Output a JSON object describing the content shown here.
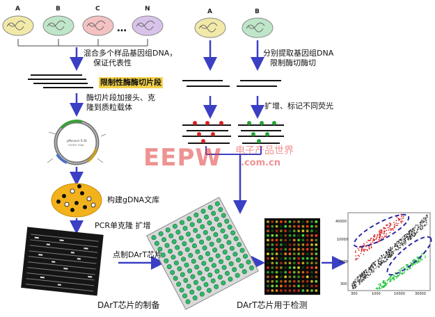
{
  "samples": {
    "left": [
      "A",
      "B",
      "C",
      "N"
    ],
    "ellipsis": "…",
    "right": [
      "A",
      "B"
    ]
  },
  "steps": {
    "mix_dna": "混合多个样品基因组DNA，",
    "mix_dna_2": "保证代表性",
    "extract_dna": "分别提取基因组DNA",
    "restriction_digest": "限制酶切酶切",
    "restriction_fragment": "限制性酶酶切片段",
    "adapter_clone": "酶切片段加接头、克",
    "adapter_clone_2": "隆到质粒载体",
    "amplify_label": "扩增、标记不同荧光",
    "build_library": "构建gDNA文库",
    "pcr_amplify": "PCR单克隆 扩增",
    "spot_chip": "点制DArT芯片",
    "caption_prep": "DArT芯片的制备",
    "caption_detect": "DArT芯片用于检测"
  },
  "watermark": {
    "logo": "EEPW",
    "cn": "电子产品世界",
    "url": ".com.cn"
  },
  "scatter": {
    "y_ticks": [
      "40000",
      "10000",
      "1000",
      "300"
    ],
    "x_ticks": [
      "300",
      "1000",
      "10000",
      "30000"
    ]
  },
  "colors": {
    "arrow": "#3a3fc4",
    "sample_A": "#f2e9a8",
    "sample_B": "#bfe6c9",
    "sample_C": "#f4c2c2",
    "sample_N": "#d8c4ea",
    "highlight": "#f4d24a",
    "library": "#f2b21c",
    "dot_red": "#d92020",
    "dot_green": "#22a336",
    "watermark": "#e23a3a"
  }
}
